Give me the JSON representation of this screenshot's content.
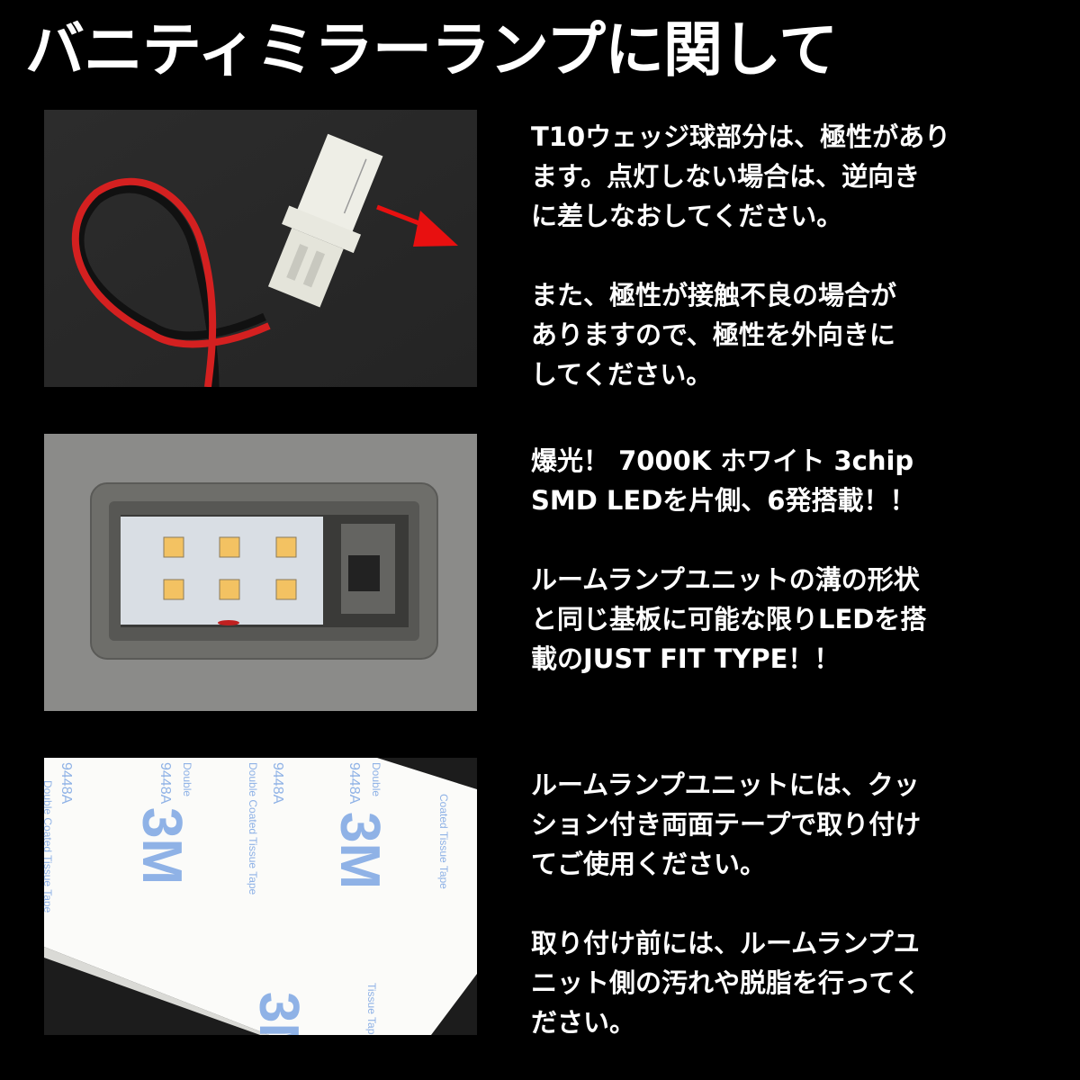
{
  "title": "バニティミラーランプに関して",
  "sections": [
    {
      "image": {
        "description": "T10 wedge bulb connector with red/black wire and red arrow",
        "arrow_color": "#e81010",
        "background_color": "#2a2a2a"
      },
      "paragraphs": [
        [
          "T10ウェッジ球部分は、極性があり",
          "ます。点灯しない場合は、逆向き",
          "に差しなおしてください。"
        ],
        [
          "また、極性が接触不良の場合が",
          "ありますので、極性を外向きに",
          "してください。"
        ]
      ]
    },
    {
      "image": {
        "description": "LED board with 6 SMD LEDs installed in room lamp unit",
        "led_count": 6,
        "led_color": "#f3c262",
        "background_color": "#8a8a8a"
      },
      "paragraphs": [
        [
          "爆光！ 7000K ホワイト 3chip",
          "SMD LEDを片側、6発搭載！！"
        ],
        [
          "ルームランプユニットの溝の形状",
          "と同じ基板に可能な限りLEDを搭",
          "載のJUST FIT TYPE！！"
        ]
      ]
    },
    {
      "image": {
        "description": "3M 9448A double coated tissue tape",
        "print_texts": [
          "3M",
          "9448A",
          "Double Coated Tissue Tape"
        ],
        "print_color": "#8fb2e6"
      },
      "paragraphs": [
        [
          "ルームランプユニットには、クッ",
          "ション付き両面テープで取り付け",
          "てご使用ください。"
        ],
        [
          "取り付け前には、ルームランプユ",
          "ニット側の汚れや脱脂を行ってく",
          "ださい。"
        ]
      ]
    }
  ],
  "colors": {
    "background": "#000000",
    "text": "#ffffff"
  }
}
